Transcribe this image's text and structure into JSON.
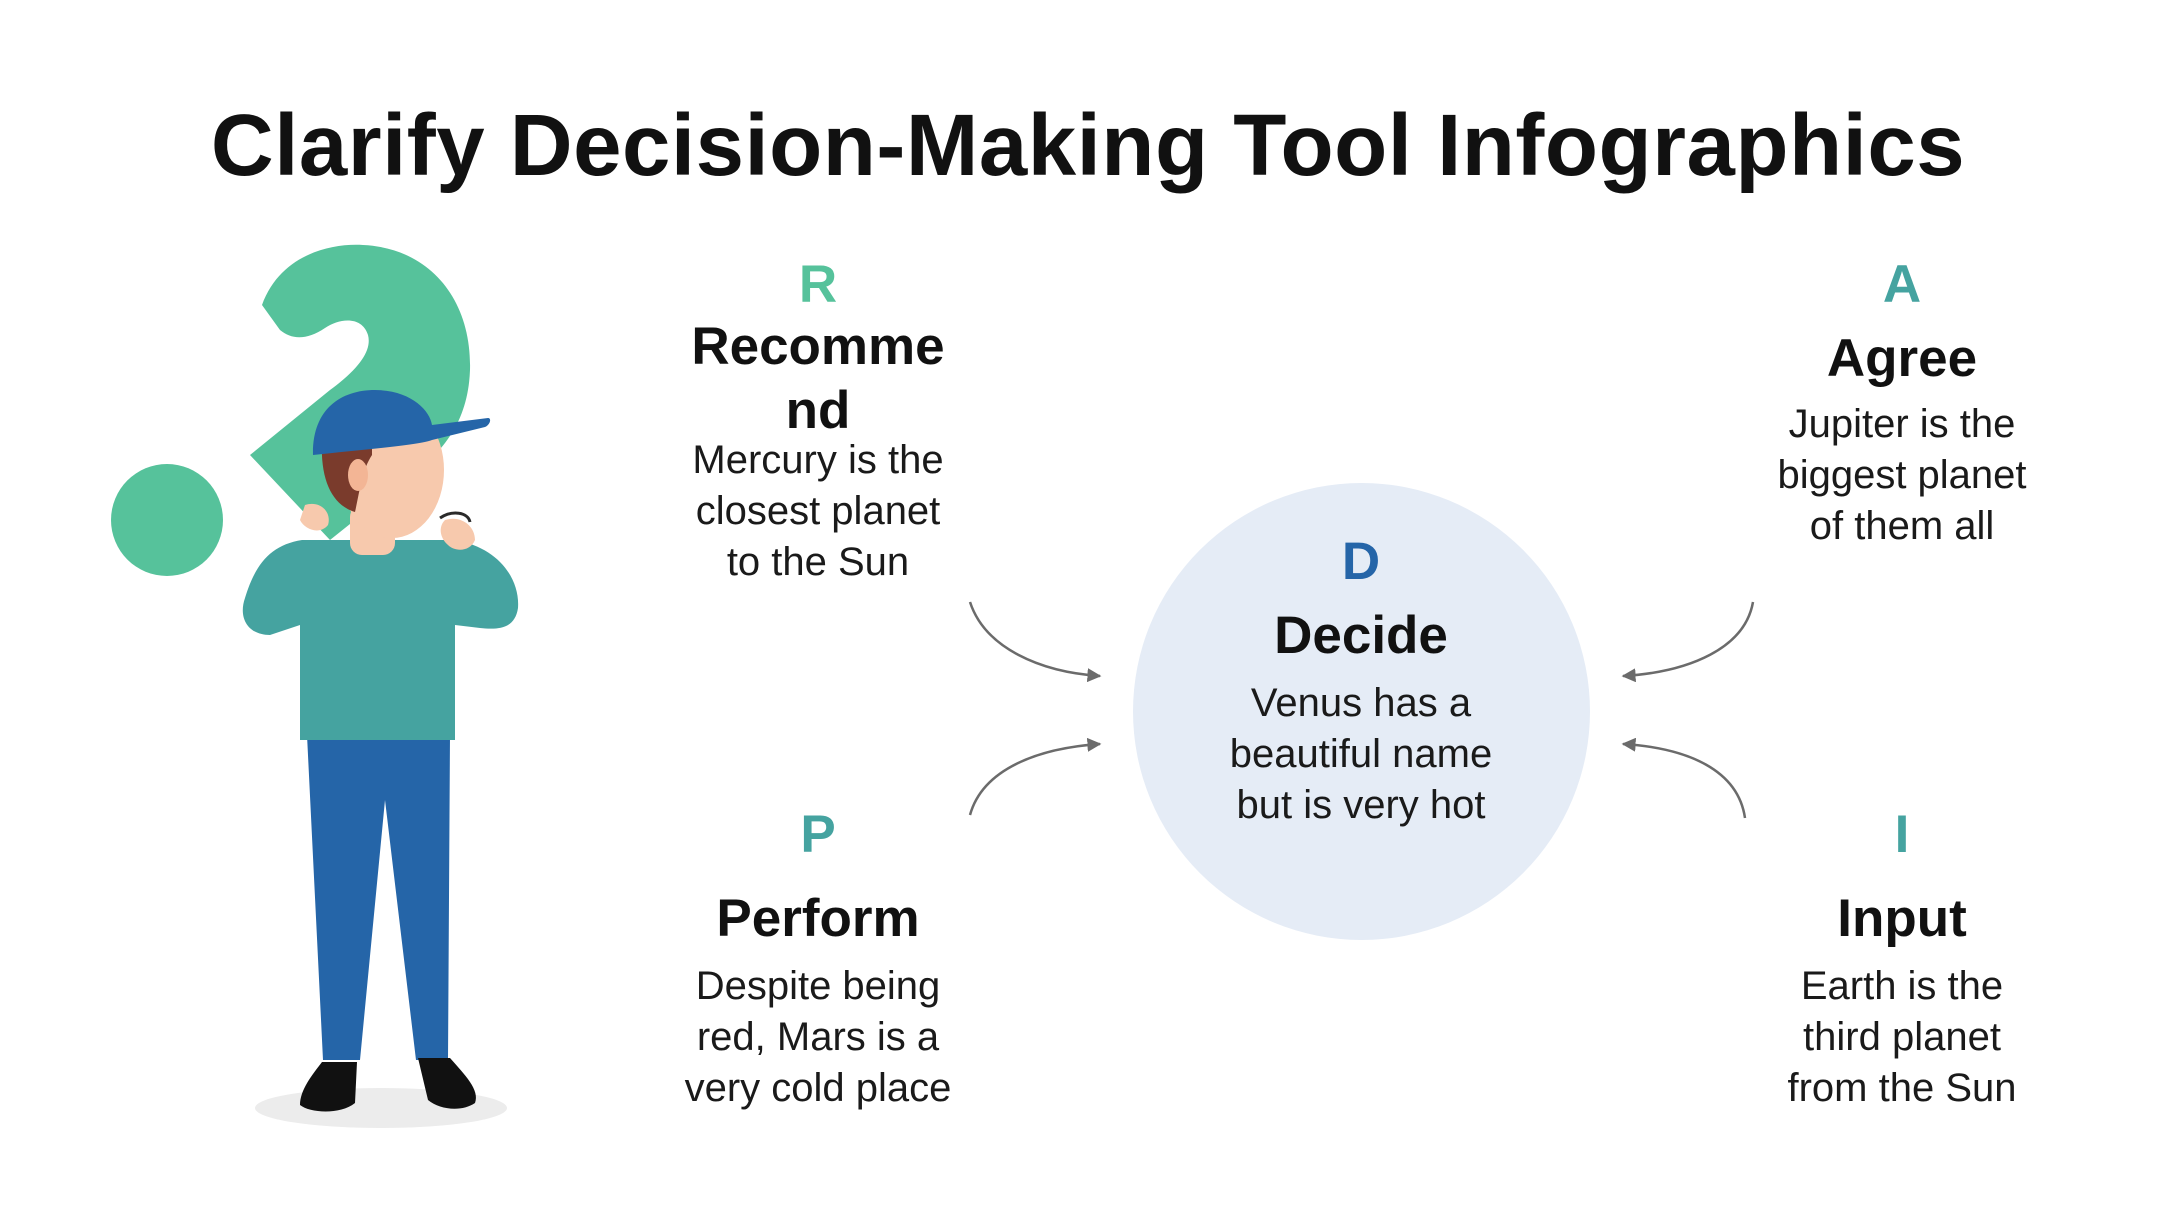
{
  "title": "Clarify Decision-Making Tool Infographics",
  "colors": {
    "green": "#56c29b",
    "teal": "#45a3a0",
    "blue": "#2565a8",
    "circle_fill": "#e5ecf6",
    "arrow": "#6b6b6b"
  },
  "steps": {
    "r": {
      "letter": "R",
      "name": "Recommend",
      "desc": "Mercury is the closest planet to the Sun"
    },
    "a": {
      "letter": "A",
      "name": "Agree",
      "desc": "Jupiter is the biggest planet of them all"
    },
    "p": {
      "letter": "P",
      "name": "Perform",
      "desc": "Despite being red, Mars is a very cold place"
    },
    "i": {
      "letter": "I",
      "name": "Input",
      "desc": "Earth is the third planet from the Sun"
    },
    "d": {
      "letter": "D",
      "name": "Decide",
      "desc": "Venus has a beautiful name but is very hot"
    }
  },
  "icons": {
    "illustration": "person-thinking-illustration",
    "question": "question-mark-icon",
    "arrow": "curved-arrow-icon"
  }
}
